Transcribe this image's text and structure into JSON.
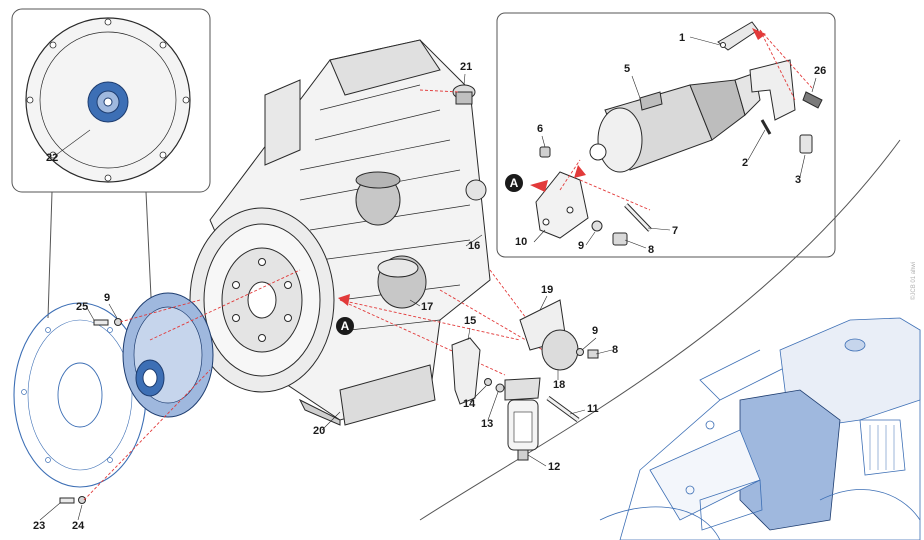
{
  "diagram": {
    "callouts": [
      {
        "id": "c1",
        "label": "1"
      },
      {
        "id": "c2",
        "label": "2"
      },
      {
        "id": "c3",
        "label": "3"
      },
      {
        "id": "c5",
        "label": "5"
      },
      {
        "id": "c6",
        "label": "6"
      },
      {
        "id": "c7",
        "label": "7"
      },
      {
        "id": "c8a",
        "label": "8"
      },
      {
        "id": "c8b",
        "label": "8"
      },
      {
        "id": "c9a",
        "label": "9"
      },
      {
        "id": "c9b",
        "label": "9"
      },
      {
        "id": "c9c",
        "label": "9"
      },
      {
        "id": "c10",
        "label": "10"
      },
      {
        "id": "c11",
        "label": "11"
      },
      {
        "id": "c12",
        "label": "12"
      },
      {
        "id": "c13",
        "label": "13"
      },
      {
        "id": "c14",
        "label": "14"
      },
      {
        "id": "c15",
        "label": "15"
      },
      {
        "id": "c16",
        "label": "16"
      },
      {
        "id": "c17",
        "label": "17"
      },
      {
        "id": "c18",
        "label": "18"
      },
      {
        "id": "c19",
        "label": "19"
      },
      {
        "id": "c20",
        "label": "20"
      },
      {
        "id": "c21",
        "label": "21"
      },
      {
        "id": "c22",
        "label": "22"
      },
      {
        "id": "c23",
        "label": "23"
      },
      {
        "id": "c24",
        "label": "24"
      },
      {
        "id": "c25",
        "label": "25"
      },
      {
        "id": "c26",
        "label": "26"
      }
    ],
    "markers": [
      {
        "id": "m1",
        "label": "A"
      },
      {
        "id": "m2",
        "label": "A"
      }
    ],
    "copyright": "©JCB 01 ahwi",
    "colors": {
      "line": "#2a2a2a",
      "highlight_blue": "#3d6fb5",
      "highlight_fill": "#9fb8de",
      "grey_fill": "#c7c7c7",
      "dash_red": "#e23a3a",
      "panel_border": "#555555"
    }
  }
}
